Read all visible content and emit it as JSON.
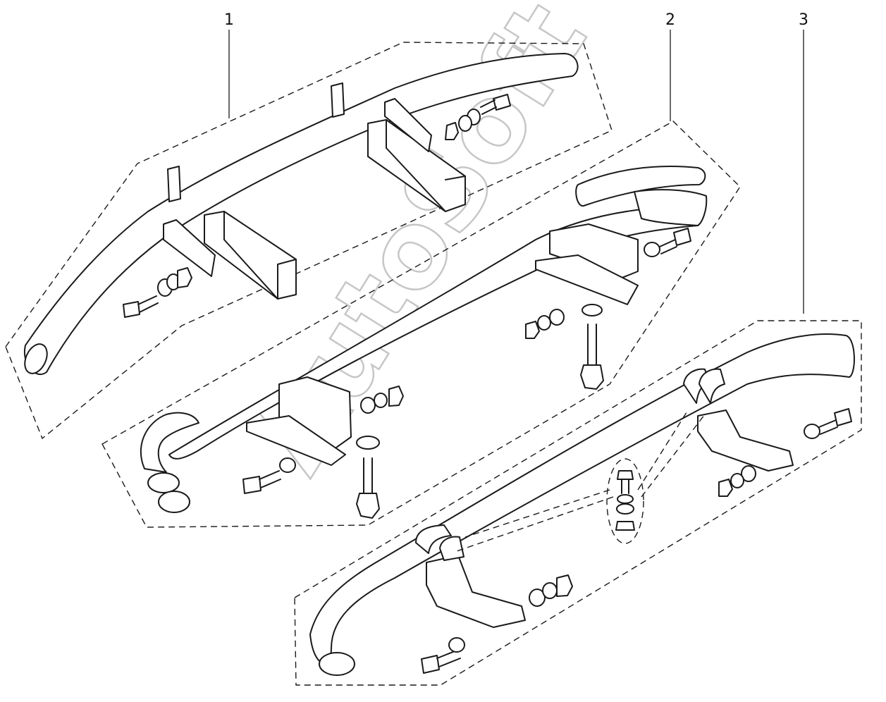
{
  "diagram": {
    "callouts": [
      {
        "id": "part-1",
        "label": "1"
      },
      {
        "id": "part-2",
        "label": "2"
      },
      {
        "id": "part-3",
        "label": "3"
      }
    ],
    "watermark": "AutoSoft",
    "line_color": "#1a1a1a",
    "watermark_color": "#bdbdbd"
  }
}
